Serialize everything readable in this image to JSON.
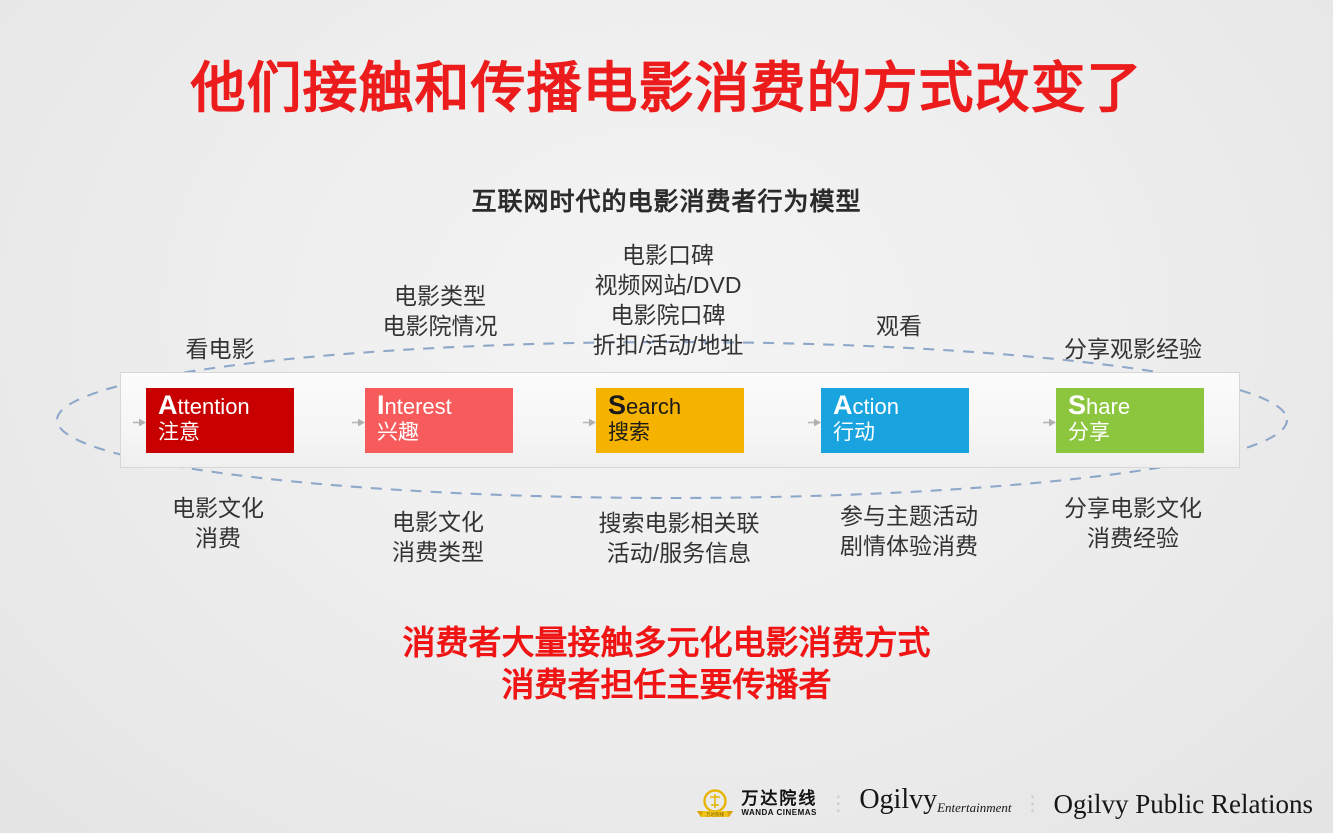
{
  "slide": {
    "title": "他们接触和传播电影消费的方式改变了",
    "subtitle": "互联网时代的电影消费者行为模型",
    "title_color": "#ec1c1c",
    "conclusion_color": "#f01414",
    "background": "#ededed"
  },
  "flow": {
    "stages": [
      {
        "initial": "A",
        "rest": "ttention",
        "cn": "注意",
        "bg": "#c80000",
        "text_color": "#ffffff"
      },
      {
        "initial": "I",
        "rest": "nterest",
        "cn": "兴趣",
        "bg": "#f75b5b",
        "text_color": "#ffffff"
      },
      {
        "initial": "S",
        "rest": "earch",
        "cn": "搜索",
        "bg": "#f5b300",
        "text_color": "#1a1a1a"
      },
      {
        "initial": "A",
        "rest": "ction",
        "cn": "行动",
        "bg": "#19a4e0",
        "text_color": "#ffffff"
      },
      {
        "initial": "S",
        "rest": "hare",
        "cn": "分享",
        "bg": "#8cc63f",
        "text_color": "#ffffff"
      }
    ]
  },
  "annotations": {
    "top": [
      {
        "lines": [
          "看电影"
        ]
      },
      {
        "lines": [
          "电影类型",
          "电影院情况"
        ]
      },
      {
        "lines": [
          "电影口碑",
          "视频网站/DVD",
          "电影院口碑",
          "折扣/活动/地址"
        ]
      },
      {
        "lines": [
          "观看"
        ]
      },
      {
        "lines": [
          "分享观影经验"
        ]
      }
    ],
    "bottom": [
      {
        "lines": [
          "电影文化",
          "消费"
        ]
      },
      {
        "lines": [
          "电影文化",
          "消费类型"
        ]
      },
      {
        "lines": [
          "搜索电影相关联",
          "活动/服务信息"
        ]
      },
      {
        "lines": [
          "参与主题活动",
          "剧情体验消费"
        ]
      },
      {
        "lines": [
          "分享电影文化",
          "消费经验"
        ]
      }
    ]
  },
  "conclusion": {
    "line1": "消费者大量接触多元化电影消费方式",
    "line2": "消费者担任主要传播者"
  },
  "footer": {
    "wanda_cn": "万达院线",
    "wanda_en": "WANDA CINEMAS",
    "separator": "⋮",
    "ogilvy_entertainment_main": "Ogilvy",
    "ogilvy_entertainment_sub": "Entertainment",
    "ogilvy_pr": "Ogilvy Public Relations"
  },
  "ellipse": {
    "stroke": "#8ea8c9",
    "style": "dashed"
  }
}
